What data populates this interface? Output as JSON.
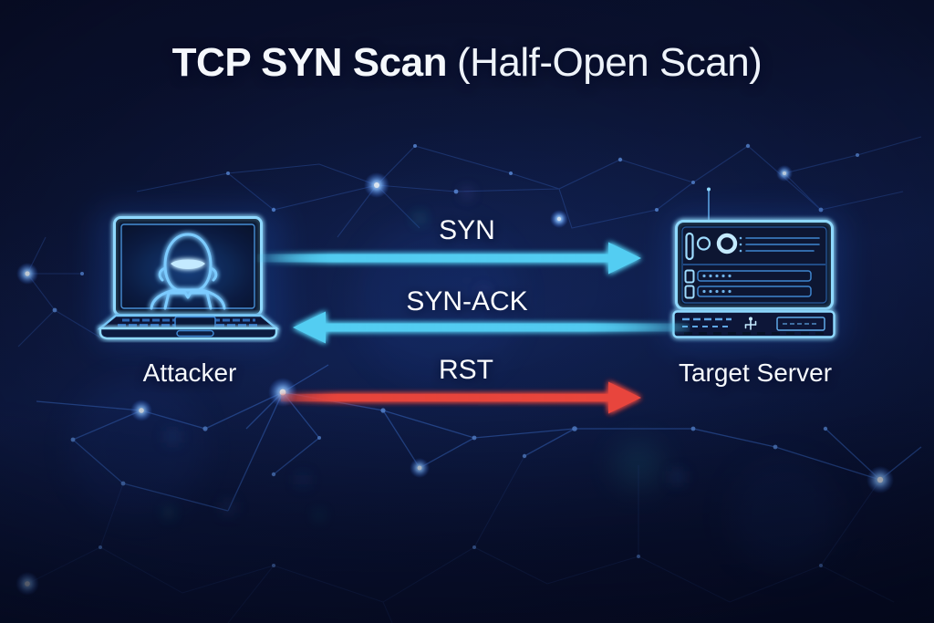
{
  "title": {
    "main": "TCP SYN Scan",
    "sub": "(Half-Open Scan)"
  },
  "diagram": {
    "attacker": {
      "label": "Attacker",
      "icon": "hooded-hacker-laptop"
    },
    "target": {
      "label": "Target Server",
      "icon": "server-rack"
    }
  },
  "messages": [
    {
      "label": "SYN",
      "from": "attacker",
      "to": "target",
      "color": "#53CDF2"
    },
    {
      "label": "SYN-ACK",
      "from": "target",
      "to": "attacker",
      "color": "#53CDF2"
    },
    {
      "label": "RST",
      "from": "attacker",
      "to": "target",
      "color": "#E8453C"
    }
  ],
  "colors": {
    "background_top": "#0B1130",
    "background_mid": "#101D49",
    "device_outline": "#8FD9FF",
    "device_detail": "#3F86D0",
    "mesh_line": "#2B4E9C",
    "text": "#F5F8FC"
  }
}
